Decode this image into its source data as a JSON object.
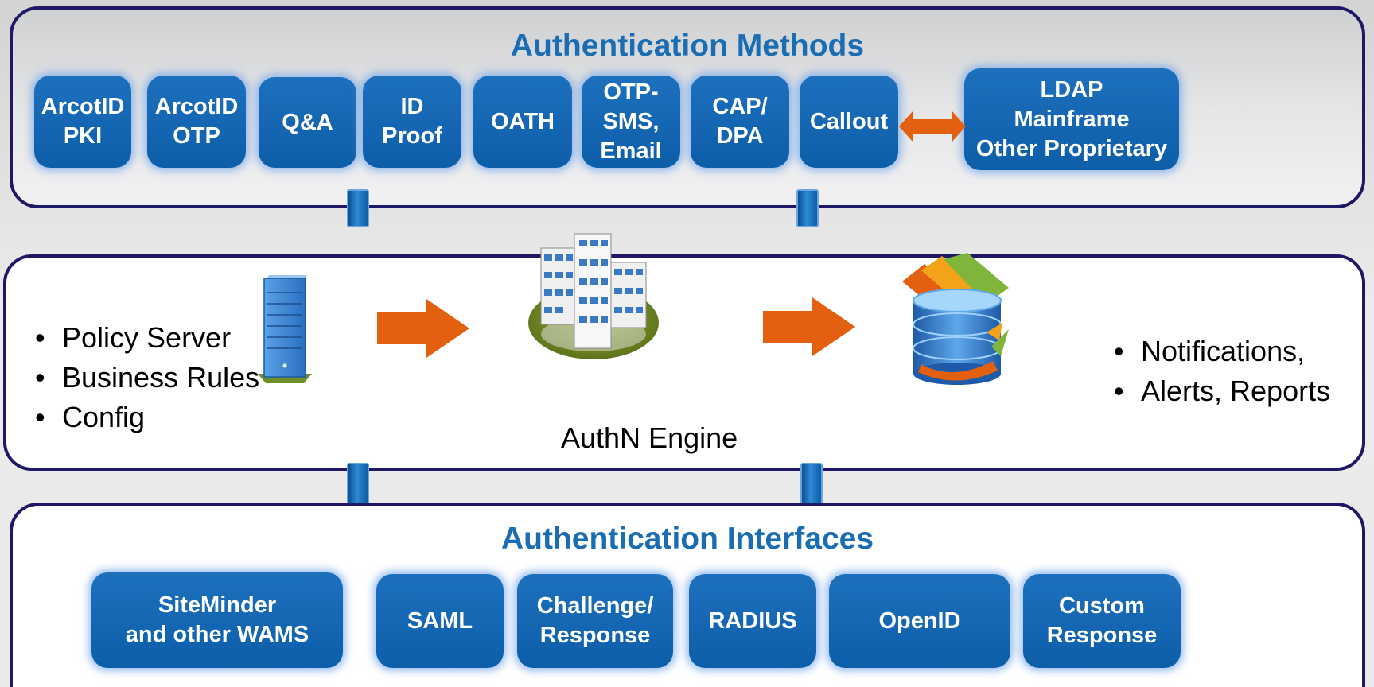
{
  "methods": {
    "title": "Authentication Methods",
    "items": [
      {
        "id": "arcotid-pki",
        "label": "ArcotID\nPKI"
      },
      {
        "id": "arcotid-otp",
        "label": "ArcotID\nOTP"
      },
      {
        "id": "qa",
        "label": "Q&A"
      },
      {
        "id": "id-proof",
        "label": "ID\nProof"
      },
      {
        "id": "oath",
        "label": "OATH"
      },
      {
        "id": "otp-sms-email",
        "label": "OTP-\nSMS,\nEmail"
      },
      {
        "id": "cap-dpa",
        "label": "CAP/\nDPA"
      },
      {
        "id": "callout",
        "label": "Callout"
      }
    ],
    "external": {
      "label": "LDAP\nMainframe\nOther Proprietary"
    }
  },
  "engine": {
    "left_items": [
      "Policy Server",
      "Business Rules",
      "Config"
    ],
    "engine_label": "AuthN Engine",
    "right_items": [
      "Notifications,",
      "Alerts, Reports"
    ]
  },
  "interfaces": {
    "title": "Authentication Interfaces",
    "items": [
      {
        "id": "siteminder",
        "label": "SiteMinder\nand other WAMS"
      },
      {
        "id": "saml",
        "label": "SAML"
      },
      {
        "id": "challenge-response",
        "label": "Challenge/\nResponse"
      },
      {
        "id": "radius",
        "label": "RADIUS"
      },
      {
        "id": "openid",
        "label": "OpenID"
      },
      {
        "id": "custom-response",
        "label": "Custom\nResponse"
      }
    ]
  },
  "colors": {
    "panel_border": "#1f1866",
    "pill_blue": "#1565b3",
    "title_blue": "#1a6db3",
    "arrow_orange": "#e2600f"
  },
  "icons": [
    "server-icon",
    "building-icon",
    "database-icon",
    "arrow-right-icon",
    "double-arrow-icon"
  ]
}
